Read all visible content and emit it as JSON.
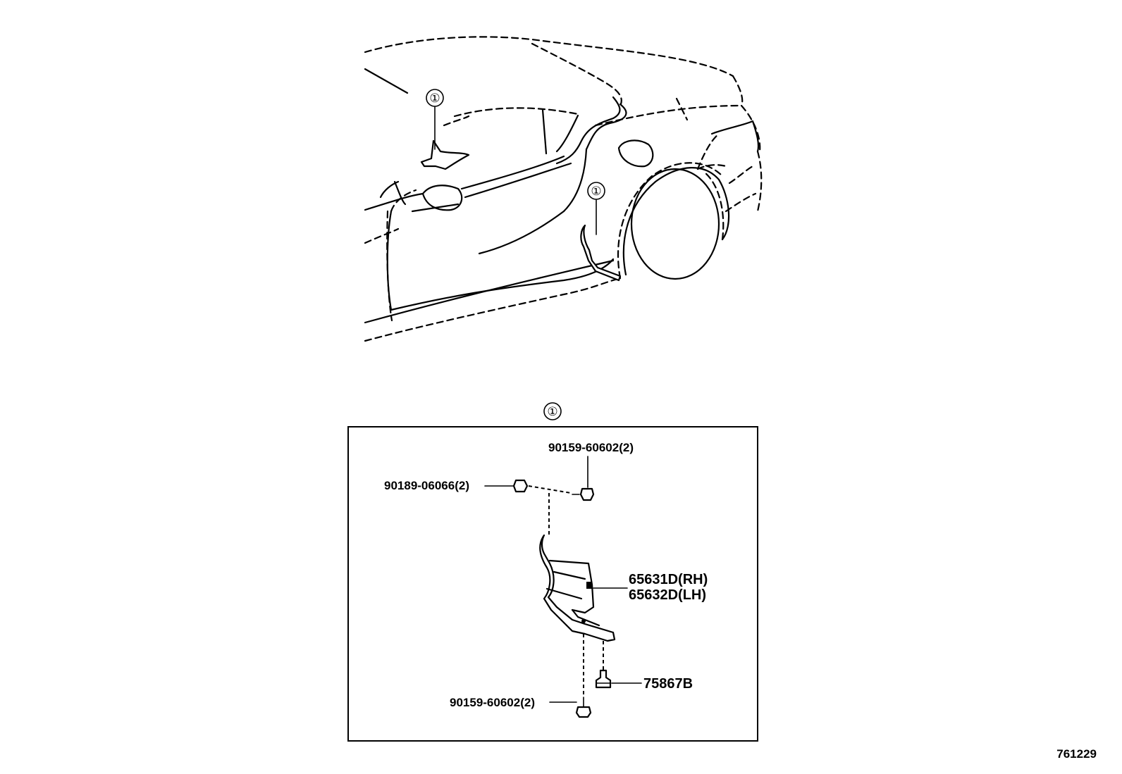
{
  "callout_marker": "①",
  "parts": {
    "screw_top": "90159-60602(2)",
    "bolt_left": "90189-06066(2)",
    "mudguard_rh": "65631D(RH)",
    "mudguard_lh": "65632D(LH)",
    "clip": "75867B",
    "screw_bottom": "90159-60602(2)"
  },
  "diagram_id": "761229"
}
